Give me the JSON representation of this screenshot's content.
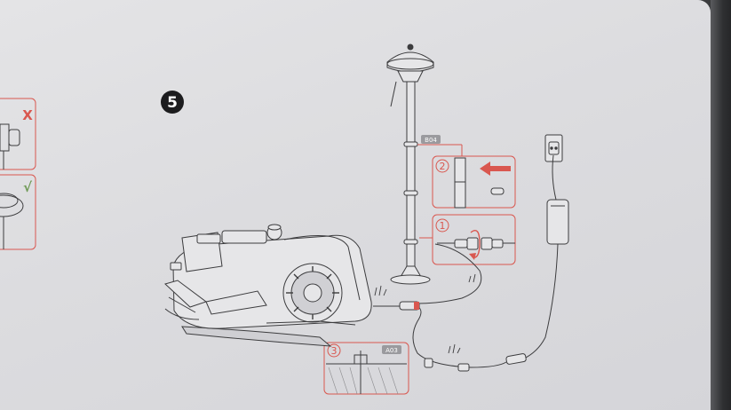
{
  "step": {
    "number": "5"
  },
  "panels": {
    "wrong_mark": "X",
    "right_mark": "√",
    "callout_1": {
      "number": "1"
    },
    "callout_2": {
      "number": "2",
      "tag": "B04"
    },
    "callout_3": {
      "number": "3",
      "tag": "A03"
    }
  },
  "colors": {
    "accent": "#d9574f",
    "correct": "#6f9a56",
    "line": "#3c3c3e",
    "paper": "#e0e0e3",
    "tag": "#9a9a9e"
  },
  "icons": {
    "arrow": "left-arrow-icon",
    "rotate": "rotate-arrow-icon",
    "grass": "grass-icon",
    "outlet": "power-outlet-icon"
  }
}
